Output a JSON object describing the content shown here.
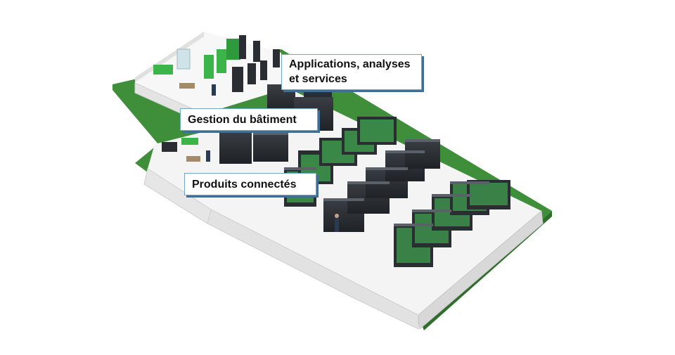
{
  "callouts": {
    "apps": [
      "Applications, analyses",
      "et services"
    ],
    "batiment": "Gestion du bâtiment",
    "produits": "Produits connectés"
  },
  "colors": {
    "grass": "#3f8f3a",
    "wall": "#eeeeee",
    "floor": "#f7f7f7",
    "rack": "#2a2e33",
    "rack_glow": "#47d35a",
    "callout_border": "#6fa8c8",
    "callout_shadow": "#3f6f92"
  }
}
